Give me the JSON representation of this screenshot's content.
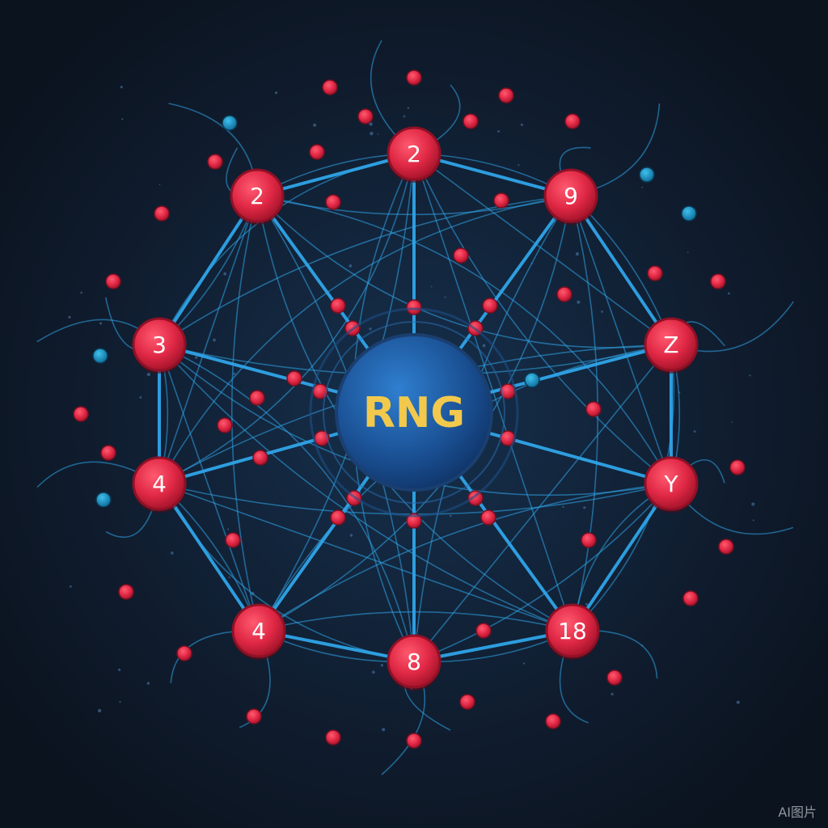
{
  "diagram": {
    "center": {
      "label": "RNG"
    },
    "nodes": [
      {
        "id": "n-top",
        "label": "2"
      },
      {
        "id": "n-top-left",
        "label": "2"
      },
      {
        "id": "n-top-right",
        "label": "9"
      },
      {
        "id": "n-left",
        "label": "3"
      },
      {
        "id": "n-right",
        "label": "Z"
      },
      {
        "id": "n-lower-left",
        "label": "4"
      },
      {
        "id": "n-lower-right",
        "label": "Y"
      },
      {
        "id": "n-bottom-left",
        "label": "4"
      },
      {
        "id": "n-bottom",
        "label": "8"
      },
      {
        "id": "n-bottom-right",
        "label": "18"
      }
    ]
  },
  "watermark": "AI图片",
  "colors": {
    "background": "#0d1624",
    "link": "#2fa4e8",
    "node": "#e02845",
    "center": "#1f5fa8",
    "centerText": "#f2c94c",
    "accentDot": "#1c8fc0"
  }
}
